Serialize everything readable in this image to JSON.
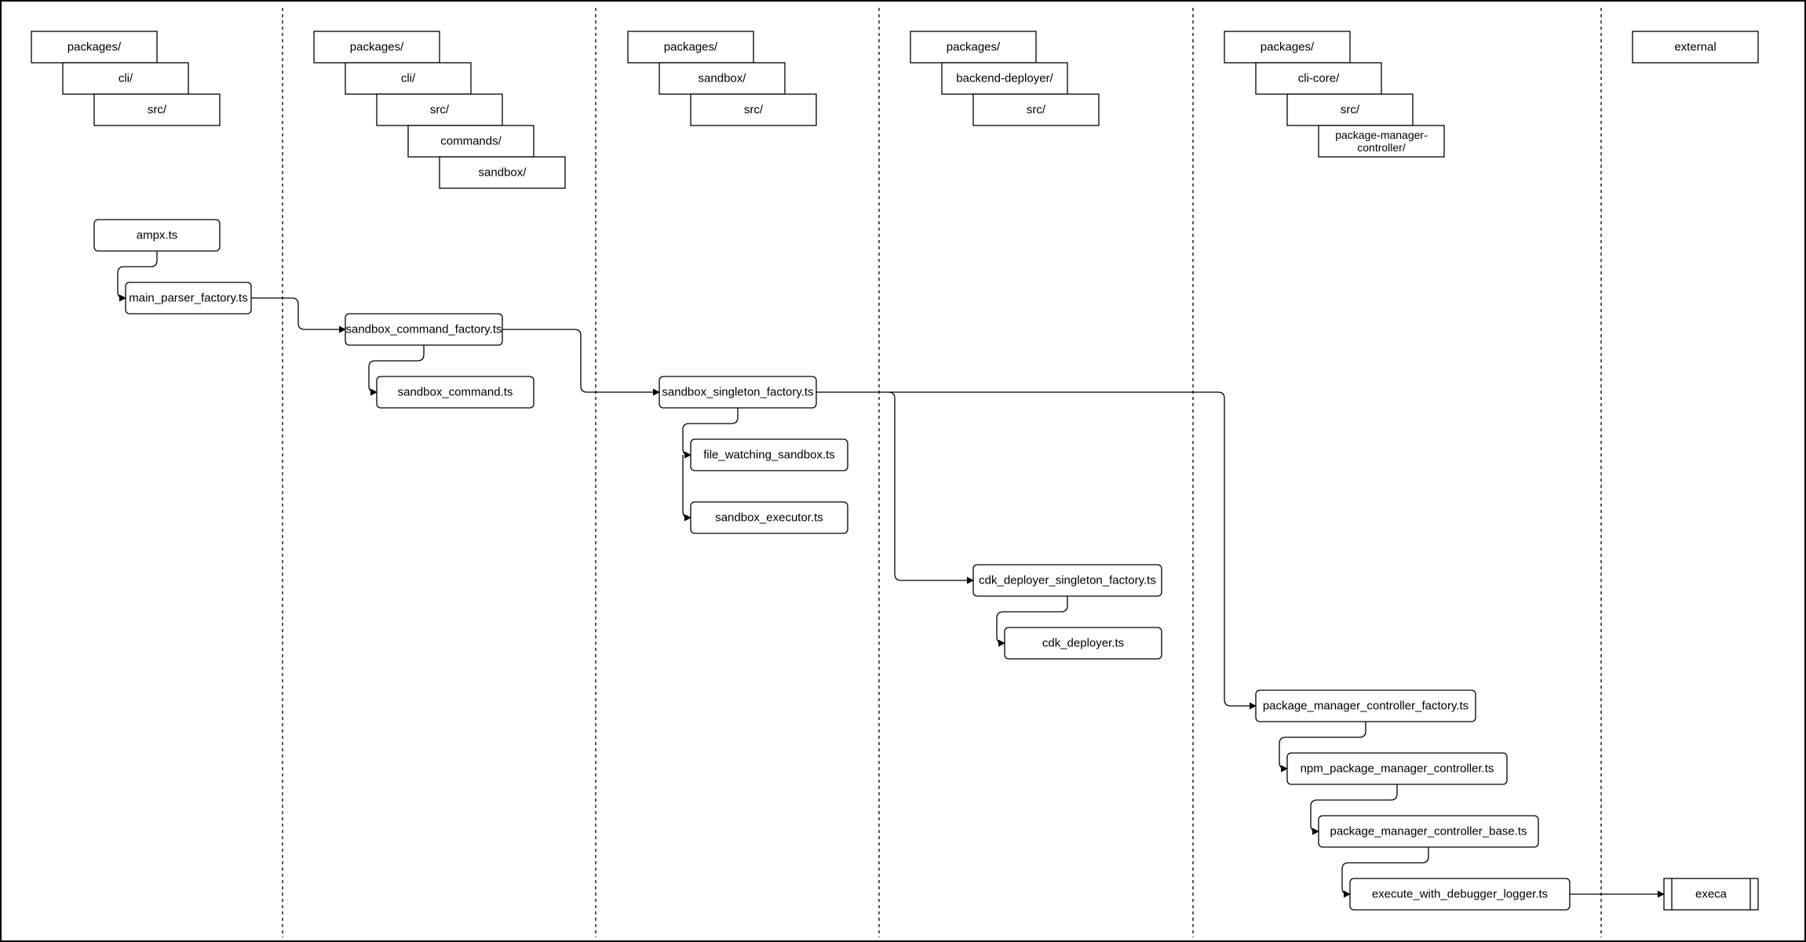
{
  "columns": {
    "col_1": {
      "path": [
        "packages/",
        "cli/",
        "src/"
      ]
    },
    "col_2": {
      "path": [
        "packages/",
        "cli/",
        "src/",
        "commands/",
        "sandbox/"
      ]
    },
    "col_3": {
      "path": [
        "packages/",
        "sandbox/",
        "src/"
      ]
    },
    "col_4": {
      "path": [
        "packages/",
        "backend-deployer/",
        "src/"
      ]
    },
    "col_5": {
      "path": [
        "packages/",
        "cli-core/",
        "src/",
        "package-manager-controller/"
      ]
    },
    "col_6": {
      "path": [
        "external"
      ]
    }
  },
  "files": {
    "ampx": "ampx.ts",
    "main_parser_factory": "main_parser_factory.ts",
    "sandbox_command_factory": "sandbox_command_factory.ts",
    "sandbox_command": "sandbox_command.ts",
    "sandbox_singleton_factory": "sandbox_singleton_factory.ts",
    "file_watching_sandbox": "file_watching_sandbox.ts",
    "sandbox_executor": "sandbox_executor.ts",
    "cdk_deployer_singleton_factory": "cdk_deployer_singleton_factory.ts",
    "cdk_deployer": "cdk_deployer.ts",
    "package_manager_controller_factory": "package_manager_controller_factory.ts",
    "npm_package_manager_controller": "npm_package_manager_controller.ts",
    "package_manager_controller_base": "package_manager_controller_base.ts",
    "execute_with_debugger_logger": "execute_with_debugger_logger.ts",
    "execa": "execa"
  },
  "colors": {
    "stroke": "#000000",
    "background": "#ffffff"
  }
}
